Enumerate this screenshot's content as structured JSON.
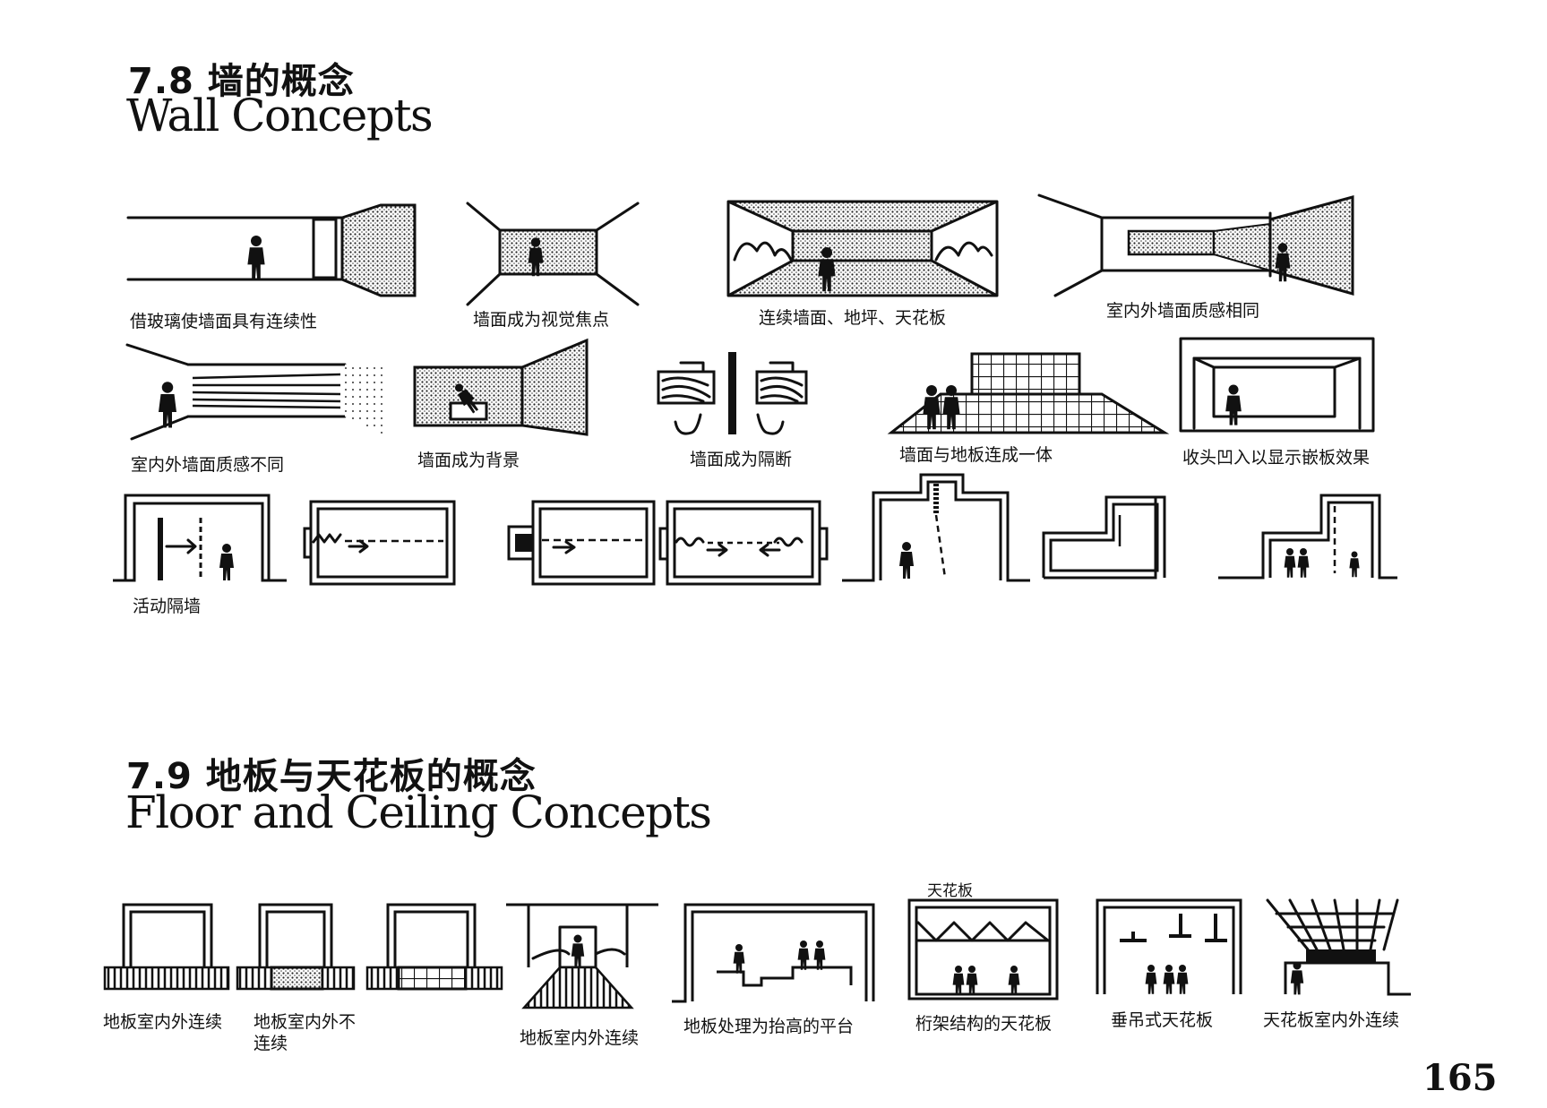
{
  "wall_section": {
    "number_title": "7.8  墙的概念",
    "english_title": "Wall Concepts"
  },
  "floor_section": {
    "number_title": "7.9  地板与天花板的概念",
    "english_title": "Floor and Ceiling Concepts"
  },
  "wall_captions": [
    "借玻璃使墙面具有连续性",
    "墙面成为视觉焦点",
    "连续墙面、地坪、天花板",
    "室内外墙面质感相同",
    "室内外墙面质感不同",
    "墙面成为背景",
    "墙面成为隔断",
    "墙面与地板连成一体",
    "收头凹入以显示嵌板效果",
    "活动隔墙"
  ],
  "floor_captions": [
    "地板室内外连续",
    "地板室内外不\n连续",
    "地板室内外连续",
    "地板处理为抬高的平台",
    "桁架结构的天花板",
    "垂吊式天花板",
    "天花板室内外连续"
  ],
  "ceiling_label": "天花板",
  "page_number": "165"
}
